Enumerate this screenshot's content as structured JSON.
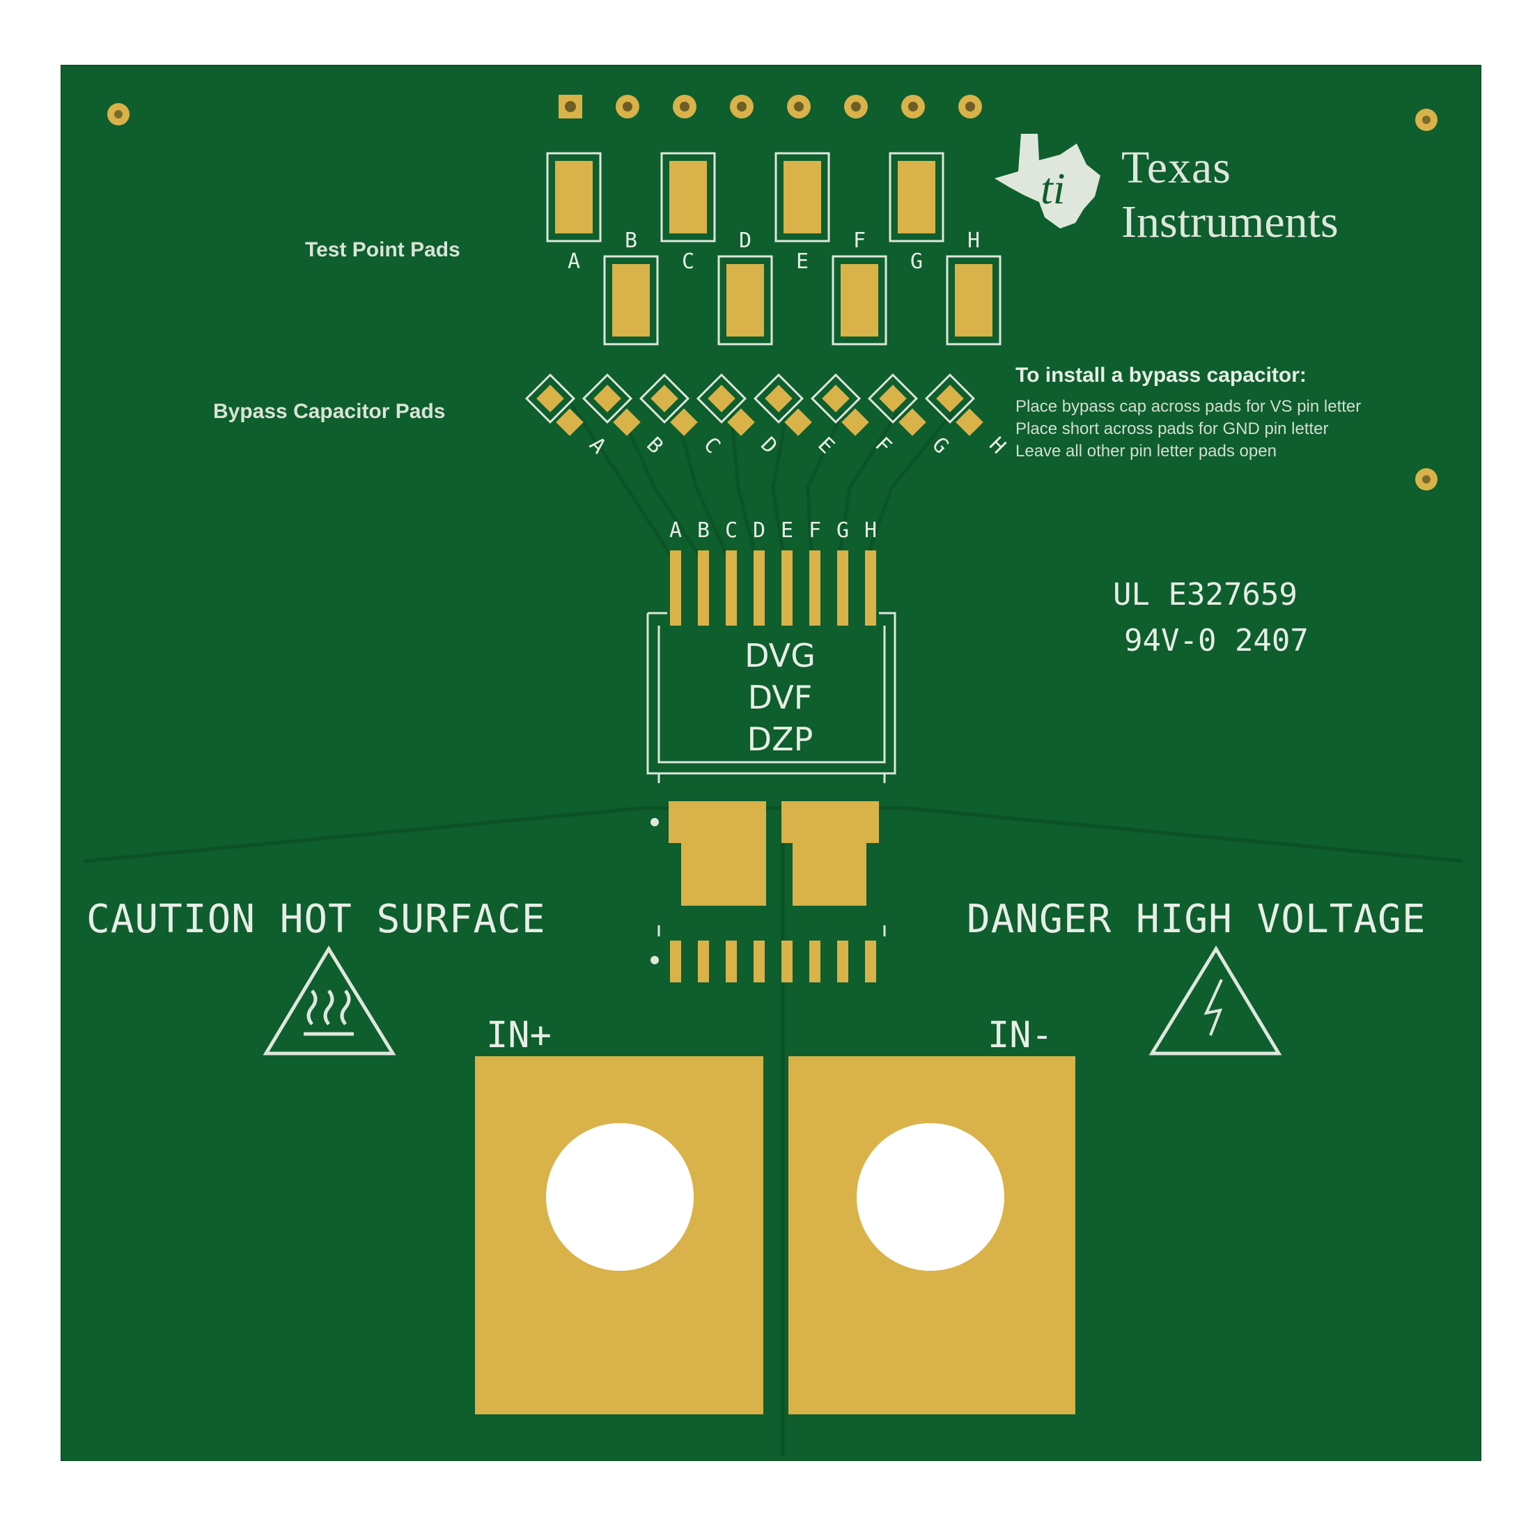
{
  "labels": {
    "test_point_pads": "Test Point Pads",
    "bypass_capacitor_pads": "Bypass Capacitor Pads",
    "caution": "CAUTION HOT SURFACE",
    "danger": "DANGER HIGH VOLTAGE",
    "in_plus": "IN+",
    "in_minus": "IN-",
    "package_1": "DVG",
    "package_2": "DVF",
    "package_3": "DZP",
    "ul_line": "UL  E327659",
    "date_line": "94V-0 2407"
  },
  "brand": {
    "line1": "Texas",
    "line2": "Instruments"
  },
  "instructions": {
    "title": "To install a bypass capacitor:",
    "lines": [
      "Place bypass cap across pads for VS pin letter",
      "Place short across pads for GND pin letter",
      "Leave all other pin letter pads open"
    ]
  },
  "pin_letters": [
    "A",
    "B",
    "C",
    "D",
    "E",
    "F",
    "G",
    "H"
  ],
  "colors": {
    "board": "#0e5e2e",
    "gold": "#d9b24a",
    "silkscreen": "#e8eee6"
  }
}
